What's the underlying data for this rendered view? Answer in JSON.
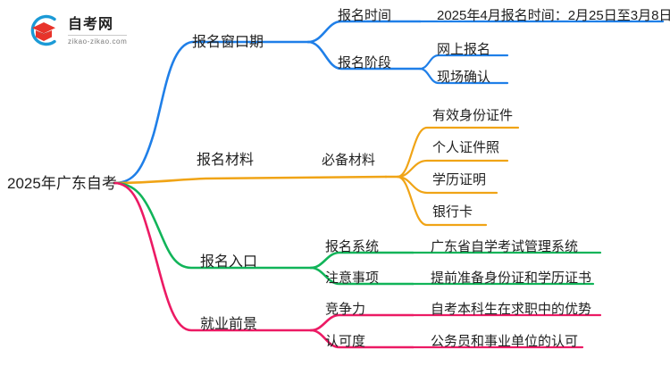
{
  "logo": {
    "name": "自考网",
    "domain": "zikao-zikao.com",
    "mark_colors": {
      "arc": "#1b9ad6",
      "cap": "#e8332a",
      "cap_dark": "#c9241c"
    }
  },
  "mindmap": {
    "root": {
      "label": "2025年广东自考"
    },
    "branches": [
      {
        "label": "报名窗口期",
        "color": "#1f7fe8",
        "children": [
          {
            "label": "报名时间",
            "children": [
              {
                "label": "2025年4月报名时间：2月25日至3月8日"
              }
            ]
          },
          {
            "label": "报名阶段",
            "children": [
              {
                "label": "网上报名"
              },
              {
                "label": "现场确认"
              }
            ]
          }
        ]
      },
      {
        "label": "报名材料",
        "color": "#f0a416",
        "children": [
          {
            "label": "必备材料",
            "children": [
              {
                "label": "有效身份证件"
              },
              {
                "label": "个人证件照"
              },
              {
                "label": "学历证明"
              },
              {
                "label": "银行卡"
              }
            ]
          }
        ]
      },
      {
        "label": "报名入口",
        "color": "#11b459",
        "children": [
          {
            "label": "报名系统",
            "children": [
              {
                "label": "广东省自学考试管理系统"
              }
            ]
          },
          {
            "label": "注意事项",
            "children": [
              {
                "label": "提前准备身份证和学历证书"
              }
            ]
          }
        ]
      },
      {
        "label": "就业前景",
        "color": "#ec1a64",
        "children": [
          {
            "label": "竞争力",
            "children": [
              {
                "label": "自考本科生在求职中的优势"
              }
            ]
          },
          {
            "label": "认可度",
            "children": [
              {
                "label": "公务员和事业单位的认可"
              }
            ]
          }
        ]
      }
    ]
  }
}
